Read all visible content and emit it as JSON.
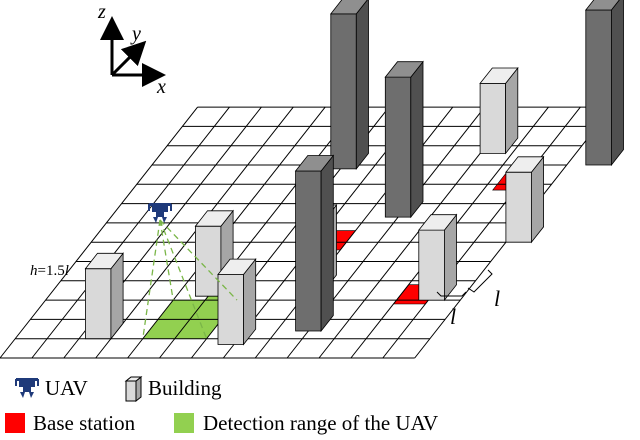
{
  "axes": {
    "x": "x",
    "y": "y",
    "z": "z"
  },
  "annotations": {
    "height_var": "h",
    "height_eq": "=1.5",
    "height_unit": "l",
    "cell_width_label": "l",
    "cell_depth_label": "l"
  },
  "legend": {
    "uav": "UAV",
    "building": "Building",
    "base_station": "Base station",
    "detection_range": "Detection range of the UAV"
  },
  "colors": {
    "grid_line": "#000000",
    "base_station": "#ff0000",
    "detection_range": "#92d050",
    "building_light_front": "#d9d9d9",
    "building_light_side": "#a6a6a6",
    "building_light_top": "#eeeeee",
    "building_dark_front": "#6e6e6e",
    "building_dark_side": "#505050",
    "building_dark_top": "#8f8f8f",
    "uav": "#1f3a7a",
    "detection_lines": "#7ab648"
  },
  "icons": {
    "uav": "drone-icon",
    "building": "building-icon",
    "base_station": "red-square-icon",
    "detection_range": "green-square-icon"
  }
}
